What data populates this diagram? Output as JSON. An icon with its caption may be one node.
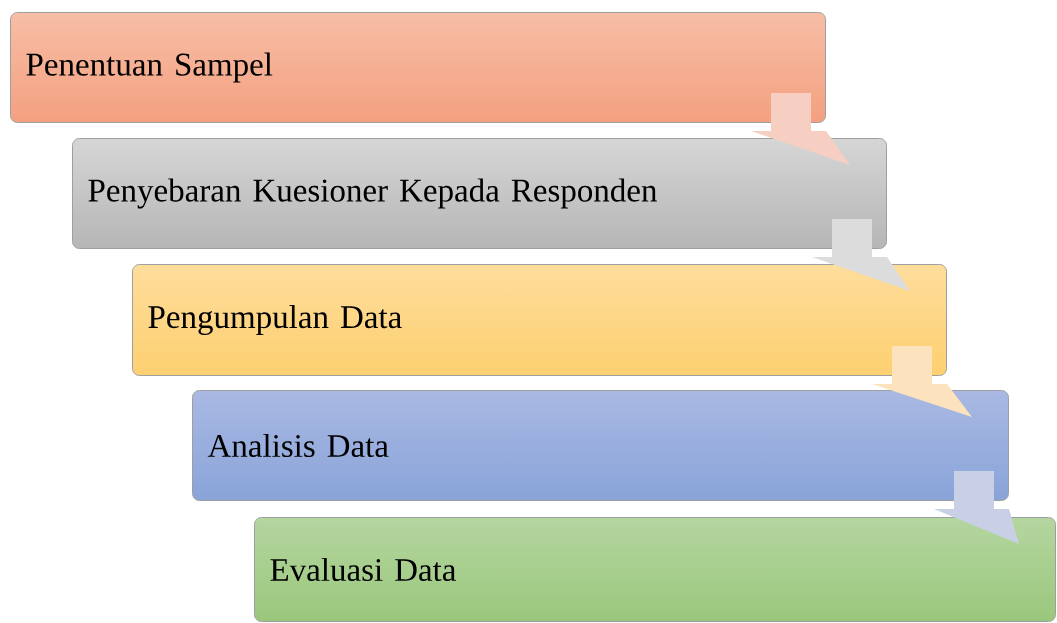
{
  "diagram": {
    "nodes": [
      {
        "text": [
          "Penentuan Sampel"
        ]
      },
      {
        "text": [
          "Penyebaran Kuesioner Kepada Responden"
        ]
      },
      {
        "text": [
          "Pengumpulan Data"
        ]
      },
      {
        "text": [
          "Analisis Data"
        ]
      },
      {
        "text": [
          "Evaluasi Data"
        ]
      }
    ],
    "edges": [
      {
        "from": 0,
        "to": 1,
        "arrow": "to",
        "color": "#f6cfc2"
      },
      {
        "from": 1,
        "to": 2,
        "arrow": "to",
        "color": "#dcdcdc"
      },
      {
        "from": 2,
        "to": 3,
        "arrow": "to",
        "color": "#fde3bd"
      },
      {
        "from": 3,
        "to": 4,
        "arrow": "to",
        "color": "#c9d0e6"
      }
    ]
  }
}
